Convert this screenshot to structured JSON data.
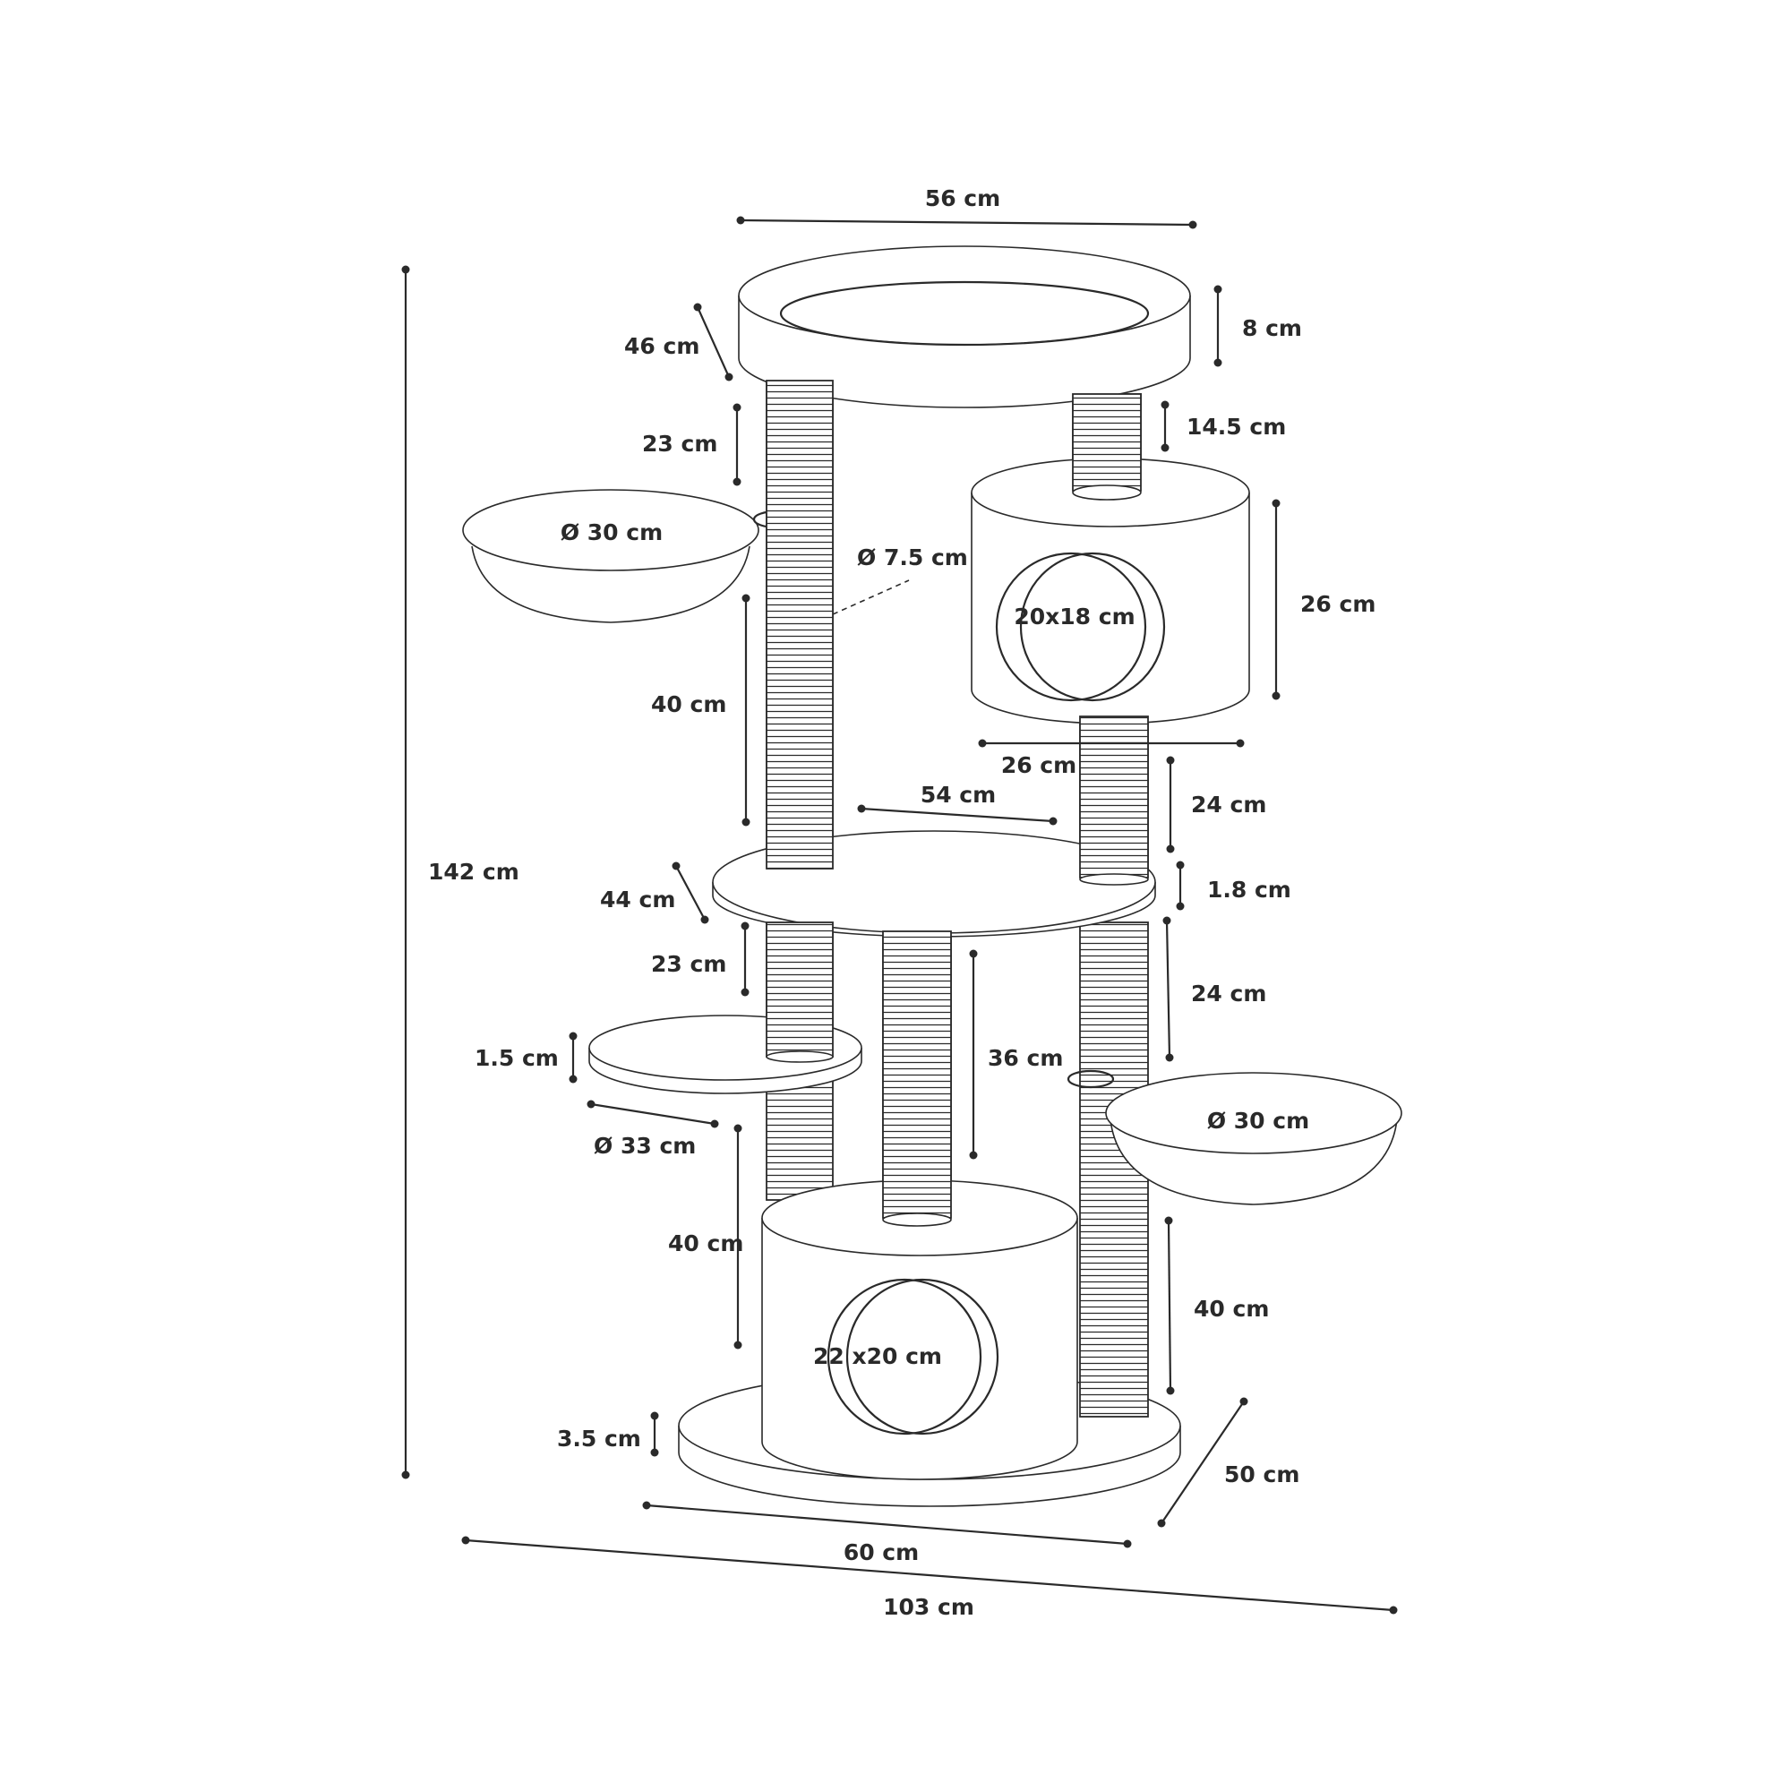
{
  "dimensions": {
    "top_width": "56 cm",
    "top_ring_height": "8 cm",
    "top_depth": "46 cm",
    "upper_post_left": "23 cm",
    "upper_post_right": "14.5 cm",
    "bowl_upper_diameter": "Ø 30 cm",
    "post_diameter": "Ø 7.5 cm",
    "house_upper_opening": "20x18 cm",
    "house_upper_height": "26 cm",
    "house_upper_width": "26 cm",
    "left_post_mid": "40 cm",
    "middle_platform_width": "54 cm",
    "right_post_mid": "24 cm",
    "total_height": "142 cm",
    "middle_platform_depth": "44 cm",
    "middle_platform_thickness": "1.8 cm",
    "left_post_lower": "23 cm",
    "right_post_lower": "24 cm",
    "small_platform_thickness": "1.5 cm",
    "center_post": "36 cm",
    "small_platform_diameter": "Ø 33 cm",
    "bowl_lower_diameter": "Ø 30 cm",
    "left_post_bottom": "40 cm",
    "right_post_bottom": "40 cm",
    "house_lower_opening": "22 x20 cm",
    "base_thickness": "3.5 cm",
    "base_depth": "50 cm",
    "base_width": "60 cm",
    "overall_width": "103 cm"
  }
}
